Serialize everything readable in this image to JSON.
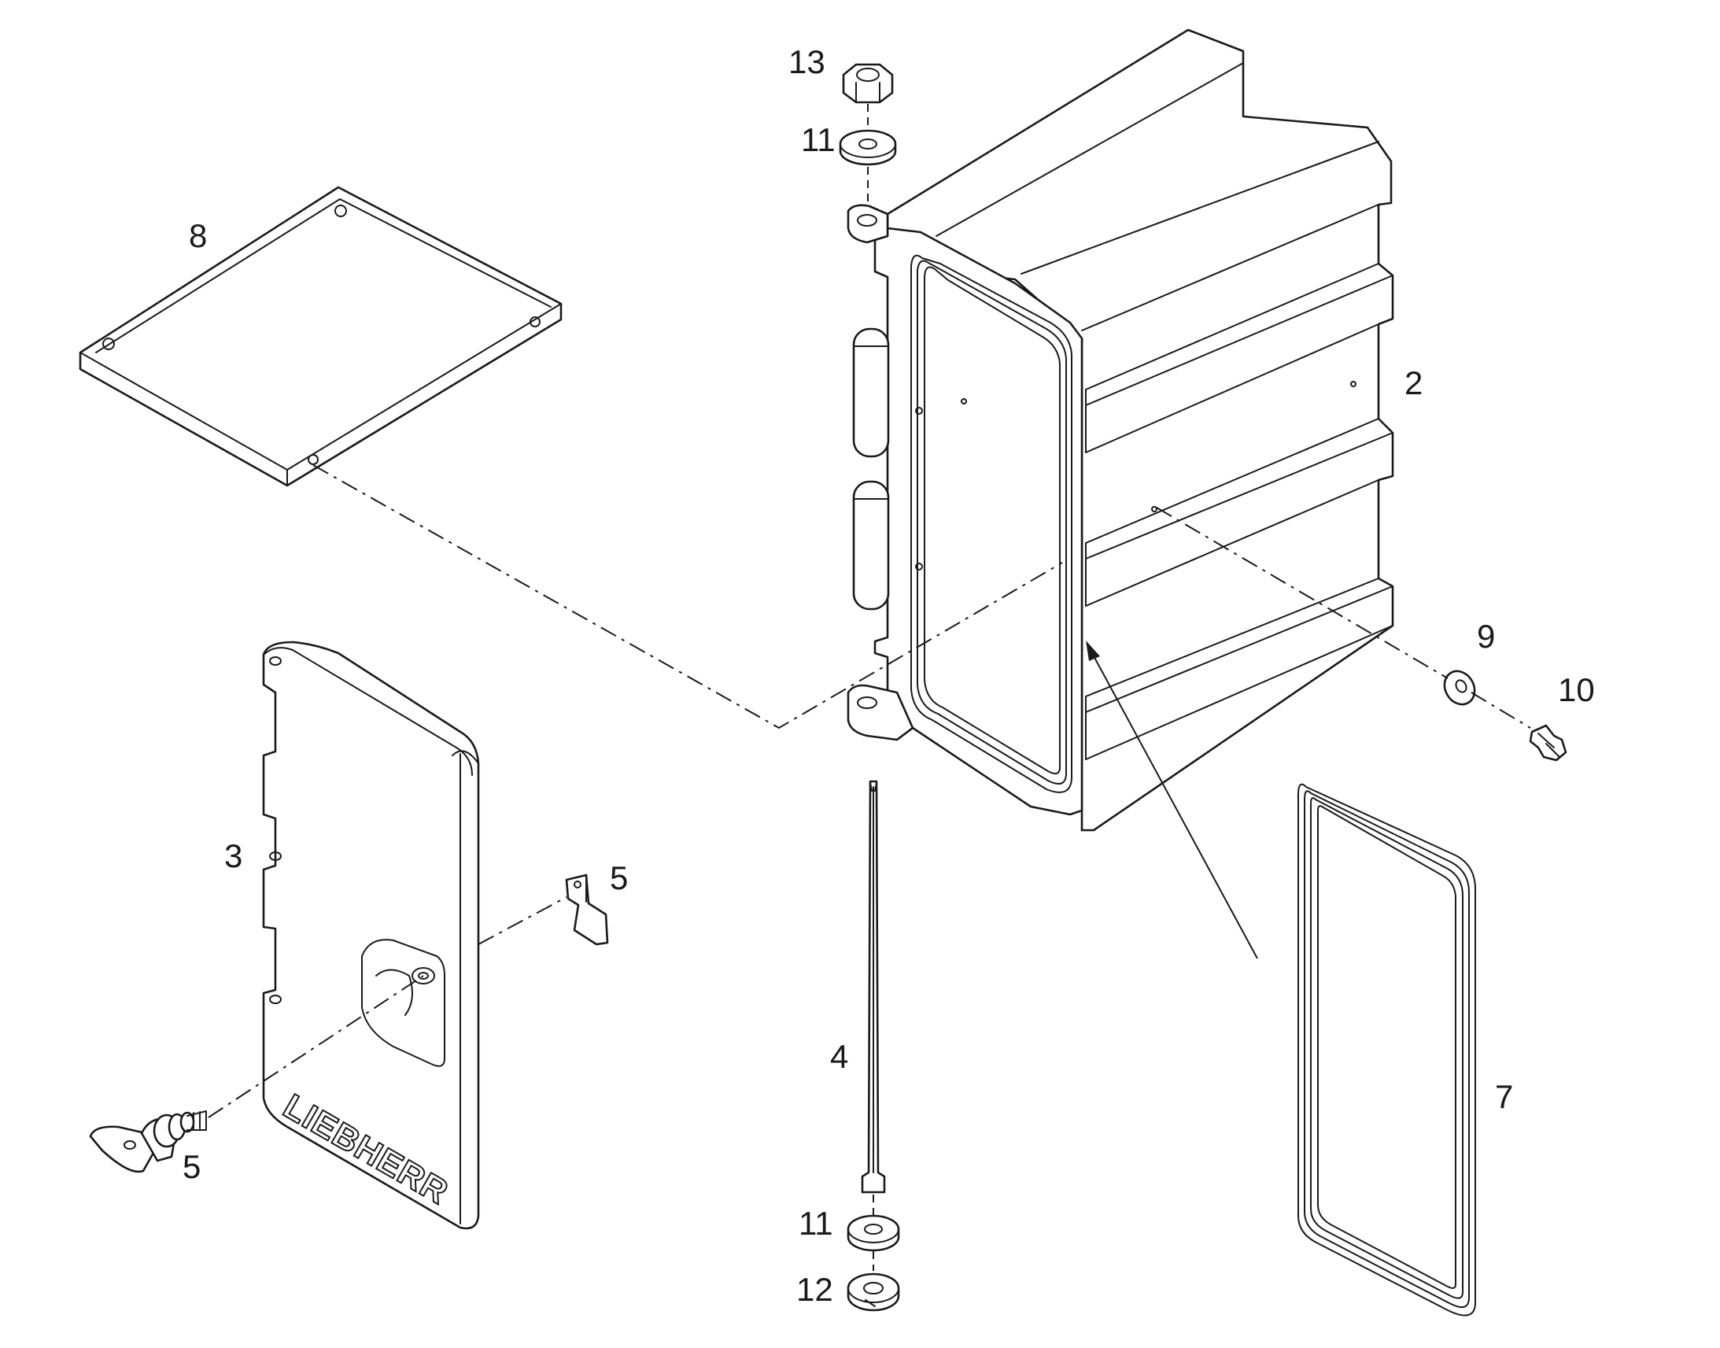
{
  "drawing": {
    "brand_logo": "LIEBHERR",
    "callouts": {
      "part_2": "2",
      "part_3": "3",
      "part_4": "4",
      "part_5_clip": "5",
      "part_5_lock": "5",
      "part_7": "7",
      "part_8": "8",
      "part_9": "9",
      "part_10": "10",
      "part_11_top": "11",
      "part_11_bottom": "11",
      "part_12": "12",
      "part_13": "13"
    }
  }
}
